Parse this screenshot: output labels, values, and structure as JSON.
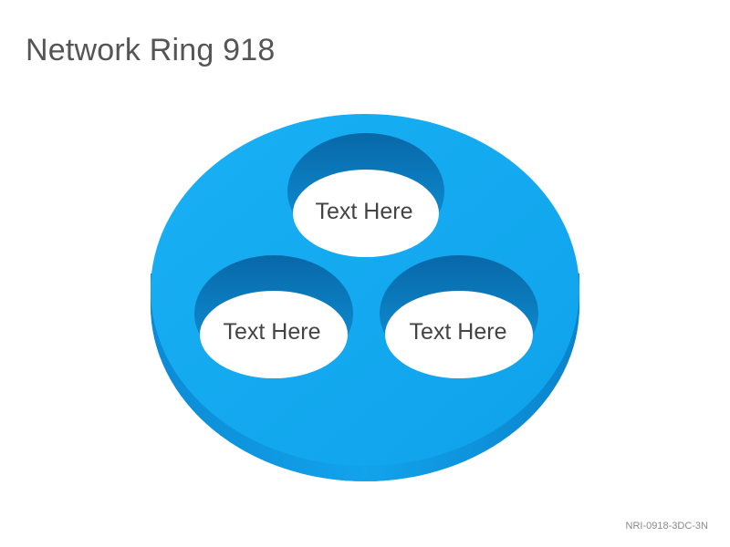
{
  "title": "Network Ring 918",
  "code": "NRI-0918-3DC-3N",
  "colors": {
    "ring_top": "#12a9f2",
    "ring_side": "#0b86cf",
    "hole_inner_shadow": "#0a79be",
    "title_text": "#555555",
    "label_text": "#444444"
  },
  "nodes": [
    {
      "label": "Text Here"
    },
    {
      "label": "Text Here"
    },
    {
      "label": "Text Here"
    }
  ]
}
